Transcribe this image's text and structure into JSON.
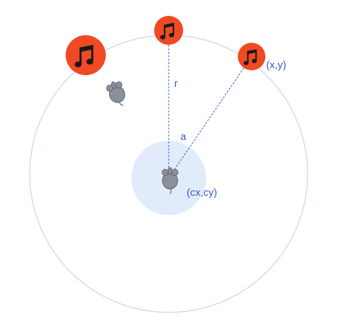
{
  "diagram": {
    "colors": {
      "circle_stroke": "#b8cdef",
      "center_fill": "#e1ebfa",
      "dashed_line": "#2f5bd3",
      "label": "#2f5bd3",
      "icon_fill": "#ef4a23",
      "icon_glyph": "#1a1a1a",
      "mouse_body": "#8a909c",
      "mouse_outline": "#5d6470"
    },
    "labels": {
      "radius": "r",
      "angle": "a",
      "center": "(cx,cy)",
      "point": "(x,y)"
    },
    "icons": {
      "music": "music-note-icon",
      "mouse": "mouse-icon"
    }
  }
}
